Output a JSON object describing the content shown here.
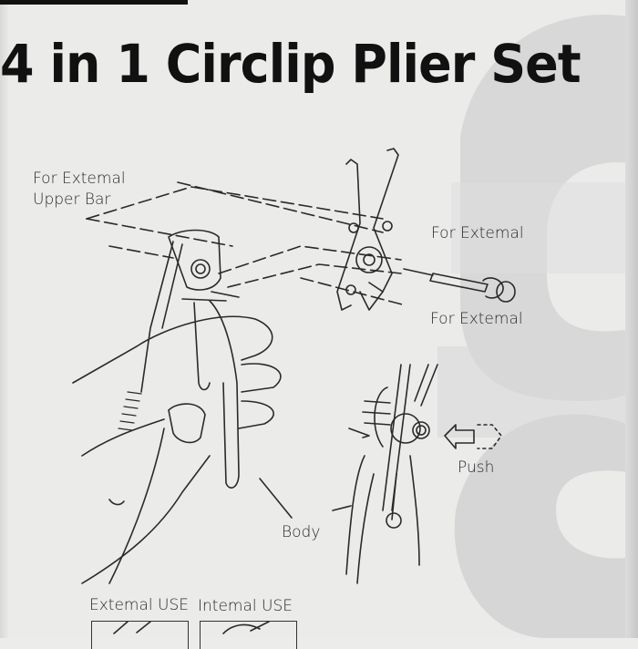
{
  "title": "4 in 1 Circlip Plier Set",
  "labels": {
    "external_upper_bar_line1": "For Extemal",
    "external_upper_bar_line2": "Upper Bar",
    "for_external_1": "For Extemal",
    "for_external_2": "For Extemal",
    "push": "Push",
    "body": "Body",
    "external_use": "Extemal USE",
    "internal_use": "Intemal USE"
  },
  "colors": {
    "background": "#ebebea",
    "text": "#111111",
    "line_art": "#2a2a2a",
    "watermark": "#d6d6d6"
  }
}
